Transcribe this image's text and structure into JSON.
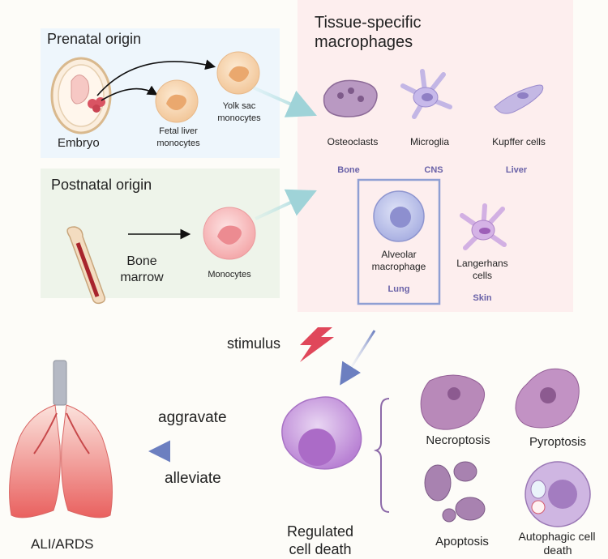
{
  "prenatal": {
    "title": "Prenatal origin",
    "embryo": "Embryo",
    "fetal_liver": [
      "Fetal liver",
      "monocytes"
    ],
    "yolk_sac": [
      "Yolk sac",
      "monocytes"
    ]
  },
  "postnatal": {
    "title": "Postnatal origin",
    "bone_marrow": [
      "Bone",
      "marrow"
    ],
    "monocytes": "Monocytes"
  },
  "tissue": {
    "title": [
      "Tissue-specific",
      "macrophages"
    ],
    "cells": {
      "osteoclasts": "Osteoclasts",
      "microglia": "Microglia",
      "kupffer": "Kupffer cells",
      "alveolar": [
        "Alveolar",
        "macrophage"
      ],
      "langerhans": [
        "Langerhans",
        "cells"
      ]
    },
    "organs": {
      "bone": "Bone",
      "cns": "CNS",
      "liver": "Liver",
      "lung": "Lung",
      "skin": "Skin"
    }
  },
  "stimulus": "stimulus",
  "effects": {
    "aggravate": "aggravate",
    "alleviate": "alleviate"
  },
  "lung_label": "ALI/ARDS",
  "death": {
    "label": [
      "Regulated",
      "cell death"
    ],
    "types": {
      "necroptosis": "Necroptosis",
      "pyroptosis": "Pyroptosis",
      "apoptosis": "Apoptosis",
      "autophagic": [
        "Autophagic cell",
        "death"
      ]
    }
  },
  "colors": {
    "prenatal_bg": "#eef6fc",
    "postnatal_bg": "#eef4ea",
    "tissue_bg": "#fdeeee",
    "organ_label": "#6a62a8",
    "lung_box": "#8f9fd3",
    "stimulus_bolt": "#e0475a"
  }
}
